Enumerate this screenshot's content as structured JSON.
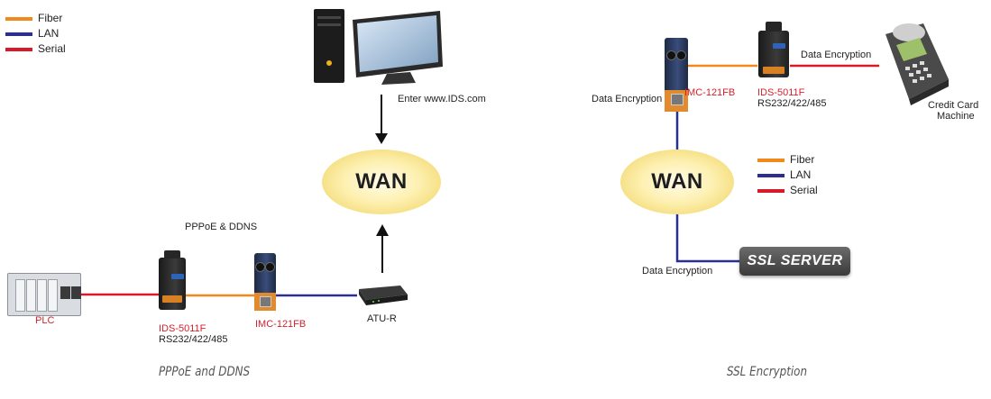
{
  "colors": {
    "fiber": "#f08a1d",
    "lan": "#2b2f8f",
    "serial": "#d7192a"
  },
  "legend_left": [
    {
      "label": "Fiber",
      "color": "#f08a1d"
    },
    {
      "label": "LAN",
      "color": "#2b2f8f"
    },
    {
      "label": "Serial",
      "color": "#d7192a"
    }
  ],
  "legend_right": [
    {
      "label": "Fiber",
      "color": "#f08a1d"
    },
    {
      "label": "LAN",
      "color": "#2b2f8f"
    },
    {
      "label": "Serial",
      "color": "#d7192a"
    }
  ],
  "left_diagram": {
    "enter_url_label": "Enter www.IDS.com",
    "wan_label": "WAN",
    "pppoe_label": "PPPoE & DDNS",
    "plc_label": "PLC",
    "ids_model": "IDS-5011F",
    "ids_ports": "RS232/422/485",
    "imc_model": "IMC-121FB",
    "atur_label": "ATU-R",
    "caption": "PPPoE and DDNS"
  },
  "right_diagram": {
    "imc_model": "IMC-121FB",
    "ids_model": "IDS-5011F",
    "ids_ports": "RS232/422/485",
    "data_encryption_top_right": "Data Encryption",
    "data_encryption_left": "Data Encryption",
    "data_encryption_bottom": "Data Encryption",
    "card_machine_line1": "Credit Card",
    "card_machine_line2": "Machine",
    "wan_label": "WAN",
    "ssl_server_label": "SSL SERVER",
    "caption": "SSL Encryption"
  }
}
